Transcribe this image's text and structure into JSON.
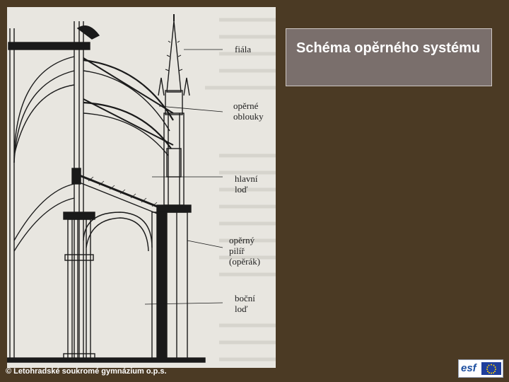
{
  "title": "Schéma opěrného systému",
  "figure": {
    "labels": {
      "fiala": "fiála",
      "operne_oblouky": "opěrné\noblouky",
      "hlavni_lod": "hlavní\nloď",
      "operny_pilir": "opěrný\npilíř\n(opěrák)",
      "bocni_lod": "boční\nloď"
    }
  },
  "footer": {
    "copyright": "© Letohradské soukromé gymnázium o.p.s.",
    "logo_text": "esf"
  },
  "colors": {
    "background": "#4b3a24",
    "title_box": "#7a6f6c",
    "eu_blue": "#1f3f9c",
    "eu_star": "#ffd500"
  }
}
